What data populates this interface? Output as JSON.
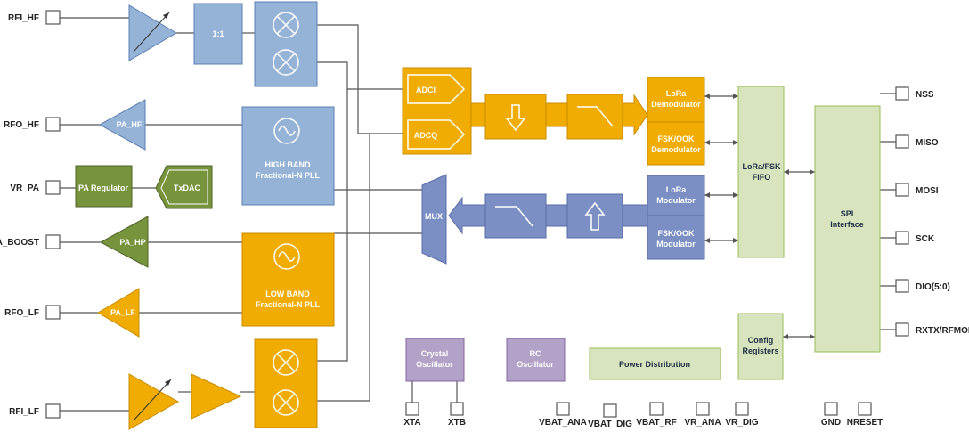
{
  "left_pins": [
    "RFI_HF",
    "RFO_HF",
    "VR_PA",
    "PA_BOOST",
    "RFO_LF",
    "RFI_LF"
  ],
  "right_pins": [
    "NSS",
    "MISO",
    "MOSI",
    "SCK",
    "DIO(5:0)",
    "RXTX/RFMOD"
  ],
  "bottom_pins": [
    "XTA",
    "XTB",
    "VBAT_ANA",
    "VBAT_DIG",
    "VBAT_RF",
    "VR_ANA",
    "VR_DIG",
    "GND",
    "NRESET"
  ],
  "blocks": {
    "ratio": "1:1",
    "pa_hf": "PA_HF",
    "pa_regulator": "PA Regulator",
    "txdac": "TxDAC",
    "pa_hp": "PA_HP",
    "pa_lf": "PA_LF",
    "high_band_pll": [
      "HIGH BAND",
      "Fractional-N PLL"
    ],
    "low_band_pll": [
      "LOW BAND",
      "Fractional-N PLL"
    ],
    "adci": "ADCI",
    "adcq": "ADCQ",
    "mux": "MUX",
    "lora_demod": [
      "LoRa",
      "Demodulator"
    ],
    "fsk_demod": [
      "FSK/OOK",
      "Demodulator"
    ],
    "lora_mod": [
      "LoRa",
      "Modulator"
    ],
    "fsk_mod": [
      "FSK/OOK",
      "Modulator"
    ],
    "fifo": [
      "LoRa/FSK",
      "FIFO"
    ],
    "spi": [
      "SPI",
      "Interface"
    ],
    "config": [
      "Config",
      "Registers"
    ],
    "crystal": [
      "Crystal",
      "Oscillator"
    ],
    "rc": [
      "RC",
      "Oscillator"
    ],
    "power": "Power Distribution"
  },
  "colors": {
    "blue": "#95b3d7",
    "blue_dark": "#7b8fc5",
    "orange": "#f0ac00",
    "green": "#77933c",
    "light_green": "#d7e4bd",
    "purple": "#b3a2c7",
    "wire": "#555555"
  }
}
